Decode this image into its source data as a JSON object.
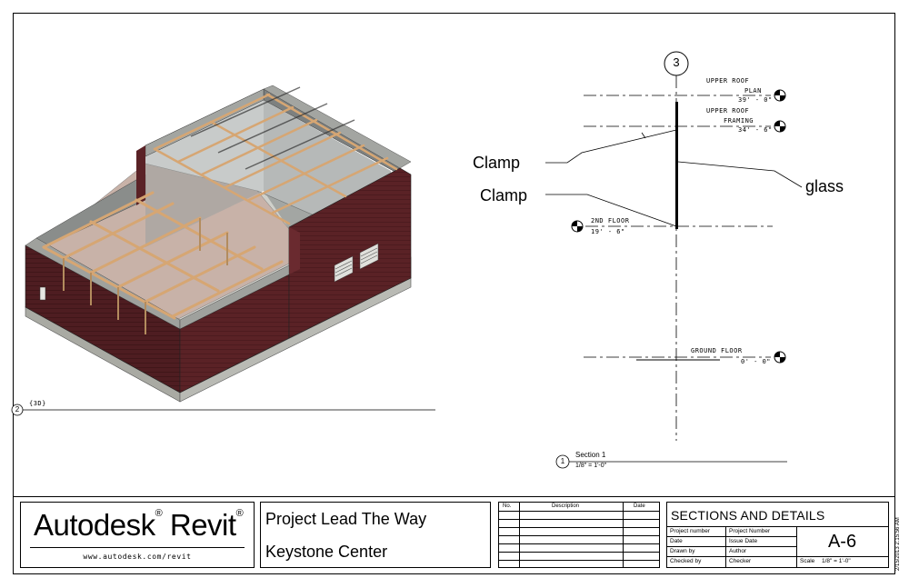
{
  "view_3d": {
    "number": "2",
    "name": "{3D}"
  },
  "section_view": {
    "number": "1",
    "name": "Section 1",
    "scale": "1/8\" = 1'-0\"",
    "grid_bubble": "3"
  },
  "levels": [
    {
      "name": "UPPER ROOF PLAN",
      "line1": "UPPER ROOF",
      "line2": "PLAN",
      "elevation": "39' - 0\""
    },
    {
      "name": "UPPER ROOF FRAMING",
      "line1": "UPPER ROOF",
      "line2": "FRAMING",
      "elevation": "34' - 6\""
    },
    {
      "name": "2ND FLOOR",
      "line1": "2ND FLOOR",
      "line2": "",
      "elevation": "19' - 6\""
    },
    {
      "name": "GROUND FLOOR",
      "line1": "GROUND FLOOR",
      "line2": "",
      "elevation": "0' - 0\""
    }
  ],
  "annotations": {
    "clamp_upper": "Clamp",
    "clamp_lower": "Clamp",
    "glass": "glass"
  },
  "title_block": {
    "logo": {
      "brand": "Autodesk",
      "product": "Revit",
      "url": "www.autodesk.com/revit"
    },
    "project_line1": "Project Lead The Way",
    "project_line2": "Keystone Center",
    "revision_headers": [
      "No.",
      "Description",
      "Date"
    ],
    "sheet_title": "SECTIONS AND DETAILS",
    "info": [
      {
        "label": "Project number",
        "value": "Project Number"
      },
      {
        "label": "Date",
        "value": "Issue Date"
      },
      {
        "label": "Drawn by",
        "value": "Author"
      },
      {
        "label": "Checked by",
        "value": "Checker"
      }
    ],
    "sheet_number": "A-6",
    "scale_label": "Scale",
    "scale_value": "1/8\" = 1'-0\"",
    "timestamp": "2/15/2013 2:15:56 AM"
  },
  "colors": {
    "brick": "#5a2226",
    "slab": "#b7b8b2",
    "floor": "#c8b2a8",
    "framing": "#d6a673",
    "glass": "#8f9593"
  }
}
